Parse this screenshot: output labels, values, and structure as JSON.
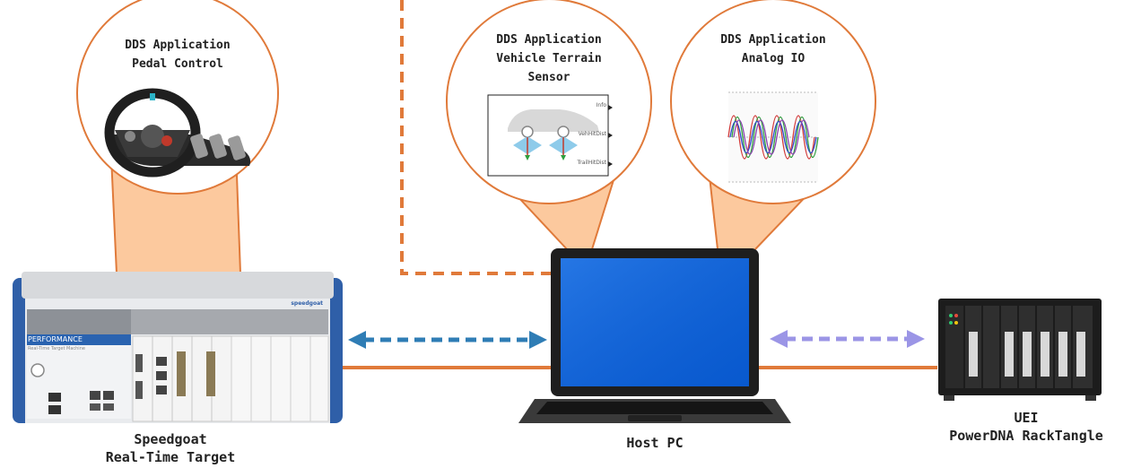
{
  "bubbles": {
    "pedal": {
      "line1": "DDS Application",
      "line2": "Pedal Control"
    },
    "terrain": {
      "line1": "DDS Application",
      "line2": "Vehicle Terrain",
      "line3": "Sensor",
      "ports": {
        "p1": "Info",
        "p2": "VehHitDist",
        "p3": "TrailHitDist"
      }
    },
    "analog": {
      "line1": "DDS Application",
      "line2": "Analog IO"
    }
  },
  "devices": {
    "speedgoat": {
      "line1": "Speedgoat",
      "line2": "Real-Time Target",
      "brand": "speedgoat",
      "badge": "PERFORMANCE",
      "subbadge": "Real-Time Target Machine"
    },
    "host": {
      "line1": "Host PC"
    },
    "uei": {
      "line1": "UEI",
      "line2": "PowerDNA RackTangle"
    }
  },
  "colors": {
    "orange": "#E07A3A",
    "bubble_fill": "#FCC99E",
    "blue_arrow": "#2F7DB5",
    "purple_arrow": "#9B95E6",
    "screen_blue": "#0A5FD6"
  }
}
